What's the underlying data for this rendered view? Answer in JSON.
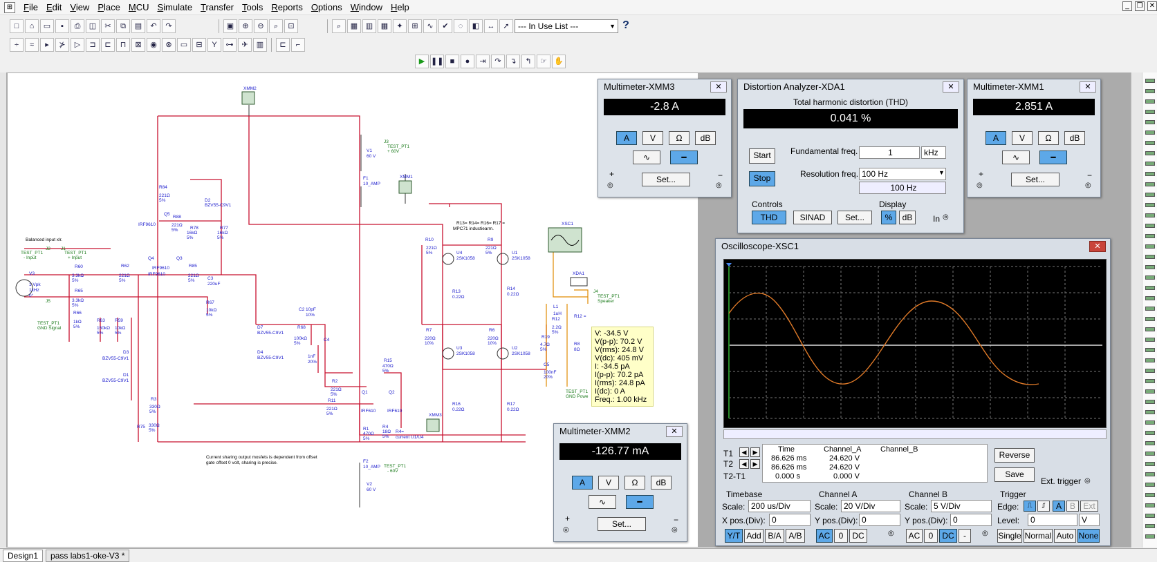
{
  "menu": [
    "File",
    "Edit",
    "View",
    "Place",
    "MCU",
    "Simulate",
    "Transfer",
    "Tools",
    "Reports",
    "Options",
    "Window",
    "Help"
  ],
  "toolbar": {
    "in_use_list": "--- In Use List ---",
    "help_icon": "?"
  },
  "tabs": [
    "Design1",
    "pass labs1-oke-V3 *"
  ],
  "schematic": {
    "labels": {
      "xmm2": "XMM2",
      "xmm1": "XMM1",
      "xmm3": "XMM3",
      "xsc1": "XSC1",
      "xda1": "XDA1",
      "v1": "V1",
      "v1_val": "60 V",
      "v2": "V2",
      "v2_val": "60 V",
      "v3": "V3",
      "v3_val": "1 Vpk",
      "v3_freq": "1kHz",
      "v3_phase": "0°",
      "f1": "F1",
      "f1_val": "10_AMP",
      "f2": "F2",
      "f2_val": "10_AMP",
      "j3": "J3",
      "tp_60": "TEST_PT1",
      "tp_60_b": "+ 60V",
      "tp_m60": "TEST_PT1",
      "tp_m60_b": "- 60V",
      "balanced": "Balanced input xlr.",
      "tp_in_neg": "TEST_PT1",
      "tp_in_neg_b": "- Input",
      "tp_in_pos": "TEST_PT1",
      "tp_in_pos_b": "+ Input",
      "j1": "J1",
      "j2": "J2",
      "j5": "J5",
      "tp_gnd": "TEST_PT1",
      "tp_gnd_b": "GND Signal",
      "r60": "R60",
      "r60_v": "3.3kΩ",
      "r60_t": "5%",
      "r65": "R65",
      "r65_v": "3.3kΩ",
      "r65_t": "5%",
      "r66": "R66",
      "r66_v": "1kΩ",
      "r66_t": "5%",
      "r63": "R63",
      "r63_v": "150kΩ",
      "r63_t": "5%",
      "r59": "R59",
      "r59_v": "10kΩ",
      "r59_t": "5%",
      "r62": "R62",
      "r62_v": "221Ω",
      "r62_t": "5%",
      "q4": "Q4",
      "q4_t": "IRF9610",
      "q3": "Q3",
      "q3_t": "IRF9610",
      "q5": "Q5",
      "q5_t": "IRF9610",
      "r84": "R84",
      "r84_v": "221Ω",
      "r84_t": "5%",
      "r88": "R88",
      "r88_v": "221Ω",
      "r88_t": "5%",
      "r78": "R78",
      "r78_v": "16kΩ",
      "r78_t": "5%",
      "r77": "R77",
      "r77_v": "16kΩ",
      "r77_t": "5%",
      "d2": "D2",
      "d2_t": "BZV55-C9V1",
      "r85": "R85",
      "r85_v": "221Ω",
      "r85_t": "5%",
      "c3": "C3",
      "c3_v": "220uF",
      "r67": "R67",
      "r67_v": "10kΩ",
      "r67_t": "5%",
      "d7": "D7",
      "d7_t": "BZV55-C9V1",
      "d4": "D4",
      "d4_t": "BZV55-C9V1",
      "d3": "D3",
      "d3_t": "BZV55-C9V1",
      "d1": "D1",
      "d1_t": "BZV55-C9V1",
      "c2": "C2",
      "c2_v": "10pF",
      "c2_t": "10%",
      "r68": "R68",
      "r68_v": "100kΩ",
      "r68_t": "5%",
      "c4": "C4",
      "c4_v": "1nF",
      "c4_t": "20%",
      "r3": "R3",
      "r3_v": "330Ω",
      "r3_t": "5%",
      "r75": "R75",
      "r75_v": "330Ω",
      "r75_t": "5%",
      "r2": "R2",
      "r2_v": "221Ω",
      "r2_t": "5%",
      "r11": "R11",
      "r11_v": "221Ω",
      "r11_t": "5%",
      "q1": "Q1",
      "q1_t": "IRF610",
      "q2": "Q2",
      "q2_t": "IRF610",
      "r15": "R15",
      "r15_v": "470Ω",
      "r15_t": "5%",
      "r1": "R1",
      "r1_v": "470Ω",
      "r1_t": "5%",
      "r4": "R4",
      "r4_v": "18Ω",
      "r4_t": "5%",
      "r4_note": "R4=",
      "r4_note2": "current U1/U4",
      "r10": "R10",
      "r10_v": "221Ω",
      "r10_t": "5%",
      "r9": "R9",
      "r9_v": "221Ω",
      "r9_t": "5%",
      "u4": "U4",
      "u4_t": "2SK1058",
      "u1": "U1",
      "u1_t": "2SK1058",
      "u3": "U3",
      "u3_t": "2SK1058",
      "u2": "U2",
      "u2_t": "2SK1058",
      "r13": "R13",
      "r13_v": "0.22Ω",
      "r14": "R14",
      "r14_v": "0.22Ω",
      "r16": "R16",
      "r16_v": "0.22Ω",
      "r17": "R17",
      "r17_v": "0.22Ω",
      "r7": "R7",
      "r7_v": "220Ω",
      "r7_t": "10%",
      "r6": "R6",
      "r6_v": "220Ω",
      "r6_t": "10%",
      "r_note": "R13= R14= R16= R17 =",
      "r_note2": "MPC71 inductiearm.",
      "l1": "L1",
      "l1_v": "1uH",
      "r12": "R12",
      "r12_v": "2.2Ω",
      "r12_t": "5%",
      "r19": "R19",
      "r19_v": "4.7Ω",
      "r19_t": "5%",
      "c5": "C5",
      "c5_v": "100nF",
      "c5_t": "20%",
      "r8": "R8",
      "r8_v": "8Ω",
      "j4": "J4",
      "tp_spk": "TEST_PT1",
      "tp_spk_b": "Speaker",
      "tp_gp": "TEST_PT1",
      "tp_gp_b": "GND Powe",
      "r12_label": "R12 =",
      "note_bottom": "Current sharing output mosfets is dependent from offset",
      "note_bottom2": "gate offset 0 volt, sharing is precise."
    },
    "probe": [
      "V: -34.5 V",
      "V(p-p): 70.2 V",
      "V(rms): 24.8 V",
      "V(dc): 405 mV",
      "I: -34.5 pA",
      "I(p-p): 70.2 pA",
      "I(rms): 24.8 pA",
      "I(dc): 0 A",
      "Freq.: 1.00 kHz"
    ]
  },
  "mm3": {
    "title": "Multimeter-XMM3",
    "reading": "-2.8 A",
    "set": "Set..."
  },
  "mm1": {
    "title": "Multimeter-XMM1",
    "reading": "2.851 A",
    "set": "Set..."
  },
  "mm2": {
    "title": "Multimeter-XMM2",
    "reading": "-126.77 mA",
    "set": "Set..."
  },
  "mm_modes": {
    "a": "A",
    "v": "V",
    "ohm": "Ω",
    "db": "dB",
    "plus": "+",
    "minus": "−"
  },
  "xda1": {
    "title": "Distortion Analyzer-XDA1",
    "heading": "Total harmonic distortion (THD)",
    "reading": "0.041 %",
    "start": "Start",
    "stop": "Stop",
    "fund_label": "Fundamental freq.",
    "fund_value": "1",
    "fund_unit": "kHz",
    "res_label": "Resolution freq.",
    "res_value": "100 Hz",
    "res_readout": "100 Hz",
    "controls": "Controls",
    "display": "Display",
    "thd": "THD",
    "sinad": "SINAD",
    "set": "Set...",
    "pct": "%",
    "db": "dB",
    "in": "In"
  },
  "scope": {
    "title": "Oscilloscope-XSC1",
    "t1": "T1",
    "t2": "T2",
    "t2t1": "T2-T1",
    "col_time": "Time",
    "col_a": "Channel_A",
    "col_b": "Channel_B",
    "row1": {
      "time": "86.626 ms",
      "a": "24.620 V",
      "b": ""
    },
    "row2": {
      "time": "86.626 ms",
      "a": "24.620 V",
      "b": ""
    },
    "row3": {
      "time": "0.000 s",
      "a": "0.000 V",
      "b": ""
    },
    "reverse": "Reverse",
    "save": "Save",
    "ext_trigger": "Ext. trigger",
    "timebase": "Timebase",
    "scale": "Scale:",
    "tb_scale": "200 us/Div",
    "xpos": "X pos.(Div):",
    "xpos_val": "0",
    "yt": "Y/T",
    "add": "Add",
    "ba": "B/A",
    "ab": "A/B",
    "cha": "Channel A",
    "cha_scale": "20  V/Div",
    "ypos": "Y pos.(Div):",
    "cha_ypos": "0",
    "ac": "AC",
    "zero": "0",
    "dc": "DC",
    "chb": "Channel B",
    "chb_scale": "5  V/Div",
    "chb_ypos": "0",
    "minus": "-",
    "trigger": "Trigger",
    "edge": "Edge:",
    "trig_a": "A",
    "trig_b": "B",
    "trig_ext": "Ext",
    "level": "Level:",
    "level_val": "0",
    "level_unit": "V",
    "single": "Single",
    "normal": "Normal",
    "auto": "Auto",
    "none": "None"
  }
}
